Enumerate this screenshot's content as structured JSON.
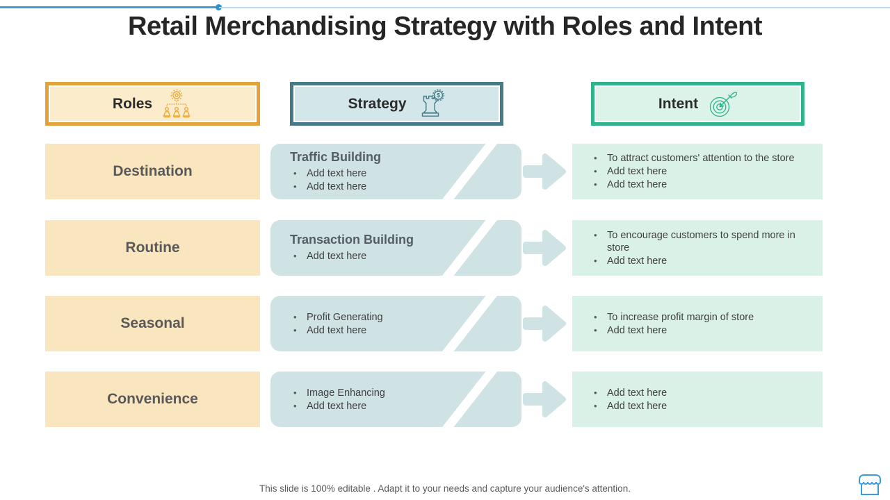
{
  "title": "Retail Merchandising Strategy with Roles and Intent",
  "columns": {
    "roles": {
      "label": "Roles",
      "icon": "org-chart-gear-icon",
      "border_color": "#e2a33b",
      "fill_color": "#fbedcb"
    },
    "strategy": {
      "label": "Strategy",
      "icon": "chess-rook-coin-icon",
      "border_color": "#457a86",
      "fill_color": "#d3e6e9"
    },
    "intent": {
      "label": "Intent",
      "icon": "target-arrow-icon",
      "border_color": "#2fb38b",
      "fill_color": "#dcf3ea"
    }
  },
  "rows": [
    {
      "role": "Destination",
      "strategy": {
        "title": "Traffic Building",
        "bullets": [
          "Add text here",
          "Add text here"
        ]
      },
      "intent": {
        "bullets": [
          "To attract customers' attention to the store",
          "Add text here",
          "Add text here"
        ]
      }
    },
    {
      "role": "Routine",
      "strategy": {
        "title": "Transaction Building",
        "bullets": [
          "Add text here"
        ]
      },
      "intent": {
        "bullets": [
          "To encourage customers to spend more in store",
          "Add text here"
        ]
      }
    },
    {
      "role": "Seasonal",
      "strategy": {
        "title": "",
        "bullets": [
          "Profit Generating",
          "Add text here"
        ]
      },
      "intent": {
        "bullets": [
          "To increase profit margin of store",
          "Add text here"
        ]
      }
    },
    {
      "role": "Convenience",
      "strategy": {
        "title": "",
        "bullets": [
          "Image Enhancing",
          "Add text here"
        ]
      },
      "intent": {
        "bullets": [
          "Add text here",
          "Add text here"
        ]
      }
    }
  ],
  "footer": "This slide is 100% editable . Adapt it to your needs and capture your audience's attention.",
  "colors": {
    "accent_blue": "#3b9cd9",
    "role_row_fill": "#fae6be",
    "strategy_row_fill": "#cfe2e4",
    "intent_row_fill": "#d9f1e7",
    "title_text": "#262626",
    "body_text": "#3f3f3f",
    "muted_text": "#595959"
  }
}
